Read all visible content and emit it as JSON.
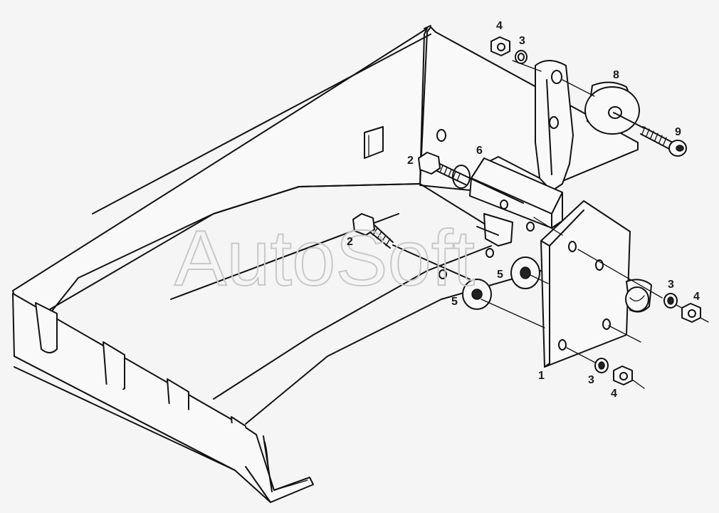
{
  "watermark": "AutoSoft",
  "callouts": {
    "c1": "1",
    "c2a": "2",
    "c2b": "2",
    "c3a": "3",
    "c3b": "3",
    "c3c": "3",
    "c4a": "4",
    "c4b": "4",
    "c4c": "4",
    "c5a": "5",
    "c5b": "5",
    "c6": "6",
    "c8": "8",
    "c9": "9"
  },
  "colors": {
    "background": "#f5f5f5",
    "line": "#111111",
    "watermark": "#c8c8c8"
  }
}
